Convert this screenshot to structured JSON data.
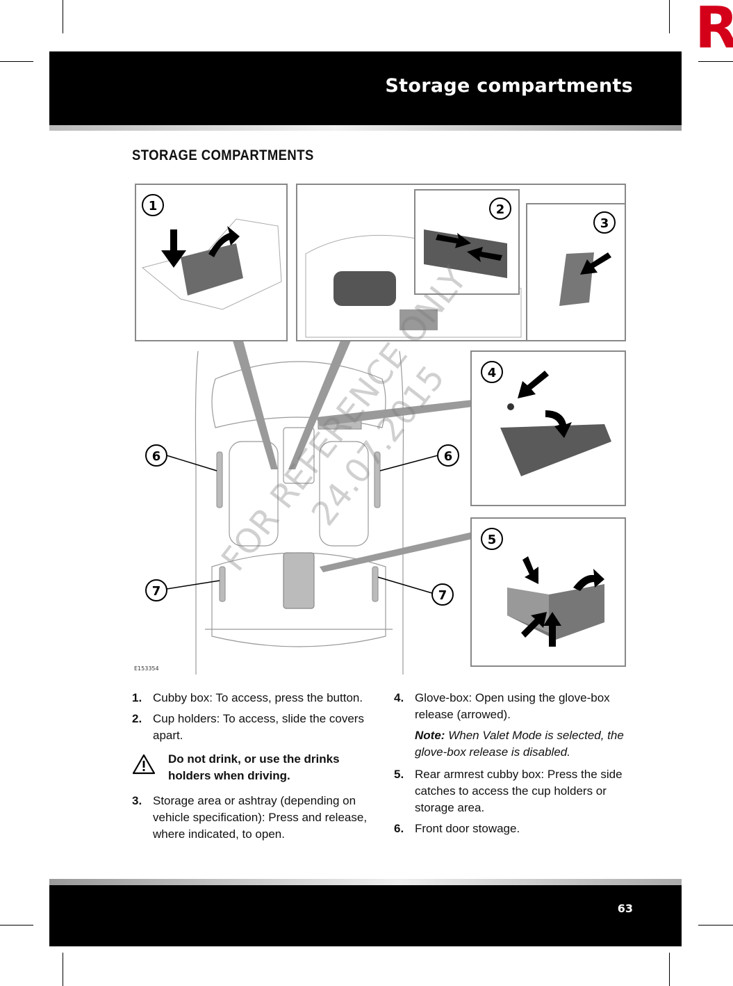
{
  "page": {
    "corner_mark": "R",
    "header_title": "Storage compartments",
    "section_title": "STORAGE COMPARTMENTS",
    "page_number": "63",
    "accent_color": "#d4001a"
  },
  "figure": {
    "image_id": "E153354",
    "callouts": [
      "1",
      "2",
      "3",
      "4",
      "5",
      "6",
      "6",
      "7",
      "7"
    ]
  },
  "watermark": {
    "line1": "FOR REFERENCE ONLY",
    "line2": "24.07.2015"
  },
  "left_column": {
    "items": [
      {
        "num": "1.",
        "text": "Cubby box: To access, press the button."
      },
      {
        "num": "2.",
        "text": "Cup holders: To access, slide the covers apart."
      }
    ],
    "warning": "Do not drink, or use the drinks holders when driving.",
    "items_after": [
      {
        "num": "3.",
        "text": "Storage area or ashtray (depending on vehicle specification): Press and release, where indicated, to open."
      }
    ]
  },
  "right_column": {
    "items_before": [
      {
        "num": "4.",
        "text": "Glove-box: Open using the glove-box release (arrowed)."
      }
    ],
    "note_label": "Note:",
    "note_text": "When Valet Mode is selected, the glove-box release is disabled.",
    "items_after": [
      {
        "num": "5.",
        "text": "Rear armrest cubby box: Press the side catches to access the cup holders or storage area."
      },
      {
        "num": "6.",
        "text": "Front door stowage."
      }
    ]
  }
}
